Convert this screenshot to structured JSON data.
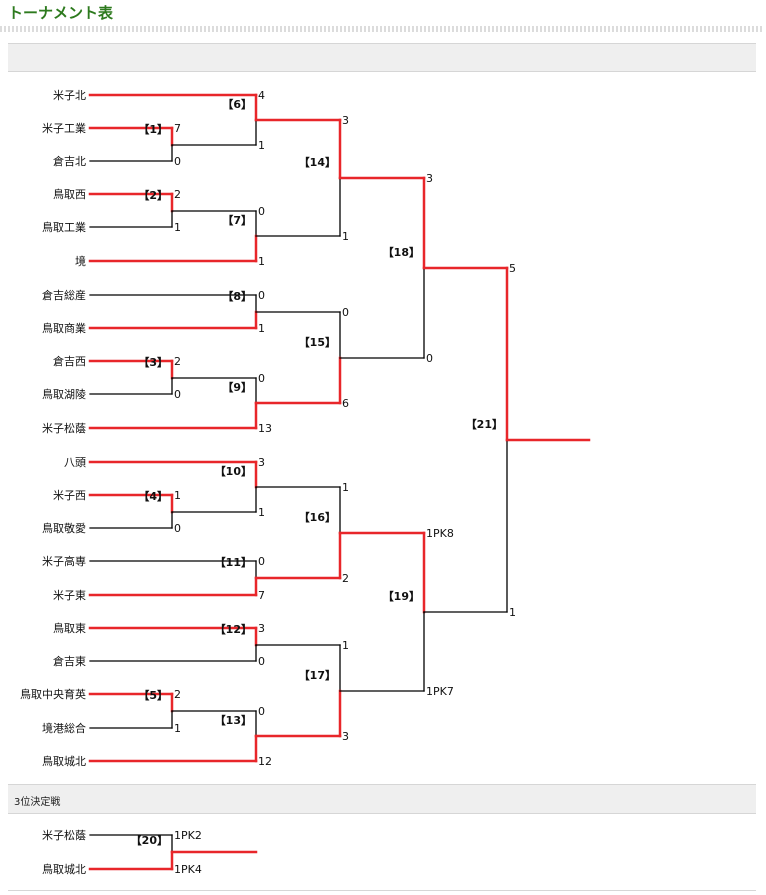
{
  "page": {
    "title": "トーナメント表"
  },
  "sections": {
    "main_label": "",
    "third_label": "3位決定戦"
  },
  "colors": {
    "win": "#e8262a",
    "lose": "#000000",
    "title": "#2d7a1e"
  },
  "teams": [
    "米子北",
    "米子工業",
    "倉吉北",
    "鳥取西",
    "鳥取工業",
    "境",
    "倉吉総産",
    "鳥取商業",
    "倉吉西",
    "鳥取湖陵",
    "米子松蔭",
    "八頭",
    "米子西",
    "鳥取敬愛",
    "米子高専",
    "米子東",
    "鳥取東",
    "倉吉東",
    "鳥取中央育英",
    "境港総合",
    "鳥取城北"
  ],
  "matches": [
    {
      "id": "1",
      "label": "【1】",
      "a": "米子工業",
      "b": "倉吉北",
      "sa": "7",
      "sb": "0",
      "winner": "a"
    },
    {
      "id": "2",
      "label": "【2】",
      "a": "鳥取西",
      "b": "鳥取工業",
      "sa": "2",
      "sb": "1",
      "winner": "a"
    },
    {
      "id": "3",
      "label": "【3】",
      "a": "倉吉西",
      "b": "鳥取湖陵",
      "sa": "2",
      "sb": "0",
      "winner": "a"
    },
    {
      "id": "4",
      "label": "【4】",
      "a": "米子西",
      "b": "鳥取敬愛",
      "sa": "1",
      "sb": "0",
      "winner": "a"
    },
    {
      "id": "5",
      "label": "【5】",
      "a": "鳥取中央育英",
      "b": "境港総合",
      "sa": "2",
      "sb": "1",
      "winner": "a"
    },
    {
      "id": "6",
      "label": "【6】",
      "a": "米子北",
      "b": "m1",
      "sa": "4",
      "sb": "1",
      "winner": "a"
    },
    {
      "id": "7",
      "label": "【7】",
      "a": "m2",
      "b": "境",
      "sa": "0",
      "sb": "1",
      "winner": "b"
    },
    {
      "id": "8",
      "label": "【8】",
      "a": "倉吉総産",
      "b": "鳥取商業",
      "sa": "0",
      "sb": "1",
      "winner": "b"
    },
    {
      "id": "9",
      "label": "【9】",
      "a": "m3",
      "b": "米子松蔭",
      "sa": "0",
      "sb": "13",
      "winner": "b"
    },
    {
      "id": "10",
      "label": "【10】",
      "a": "八頭",
      "b": "m4",
      "sa": "3",
      "sb": "1",
      "winner": "a"
    },
    {
      "id": "11",
      "label": "【11】",
      "a": "米子高専",
      "b": "米子東",
      "sa": "0",
      "sb": "7",
      "winner": "b"
    },
    {
      "id": "12",
      "label": "【12】",
      "a": "鳥取東",
      "b": "倉吉東",
      "sa": "3",
      "sb": "0",
      "winner": "a"
    },
    {
      "id": "13",
      "label": "【13】",
      "a": "m5",
      "b": "鳥取城北",
      "sa": "0",
      "sb": "12",
      "winner": "b"
    },
    {
      "id": "14",
      "label": "【14】",
      "a": "m6",
      "b": "m7",
      "sa": "3",
      "sb": "1",
      "winner": "a"
    },
    {
      "id": "15",
      "label": "【15】",
      "a": "m8",
      "b": "m9",
      "sa": "0",
      "sb": "6",
      "winner": "b"
    },
    {
      "id": "16",
      "label": "【16】",
      "a": "m10",
      "b": "m11",
      "sa": "1",
      "sb": "2",
      "winner": "b"
    },
    {
      "id": "17",
      "label": "【17】",
      "a": "m12",
      "b": "m13",
      "sa": "1",
      "sb": "3",
      "winner": "b"
    },
    {
      "id": "18",
      "label": "【18】",
      "a": "m14",
      "b": "m15",
      "sa": "3",
      "sb": "0",
      "winner": "a"
    },
    {
      "id": "19",
      "label": "【19】",
      "a": "m16",
      "b": "m17",
      "sa": "1PK8",
      "sb": "1PK7",
      "winner": "a"
    },
    {
      "id": "21",
      "label": "【21】",
      "a": "m18",
      "b": "m19",
      "sa": "5",
      "sb": "1",
      "winner": "a"
    }
  ],
  "third_place": {
    "id": "20",
    "label": "【20】",
    "a": "米子松蔭",
    "b": "鳥取城北",
    "sa": "1PK2",
    "sb": "1PK4",
    "winner": "b"
  }
}
